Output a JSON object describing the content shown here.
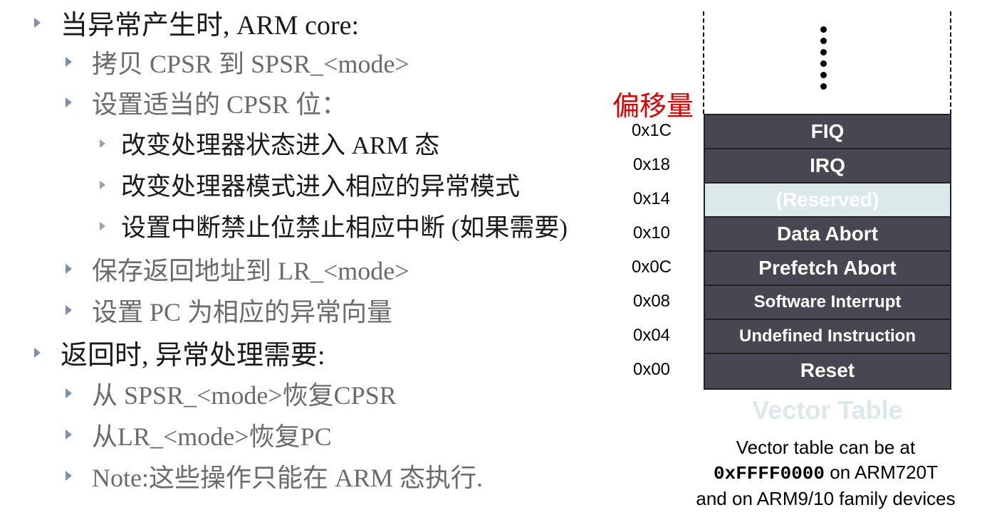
{
  "bullets": [
    {
      "level": 1,
      "text": "当异常产生时, ARM core:"
    },
    {
      "level": 2,
      "text": "拷贝 CPSR 到 SPSR_<mode>"
    },
    {
      "level": 2,
      "text": "设置适当的 CPSR 位："
    },
    {
      "level": 3,
      "text": "改变处理器状态进入 ARM 态"
    },
    {
      "level": 3,
      "text": "改变处理器模式进入相应的异常模式"
    },
    {
      "level": 3,
      "text": "设置中断禁止位禁止相应中断 (如果需要)"
    },
    {
      "level": 2,
      "text": "保存返回地址到 LR_<mode>"
    },
    {
      "level": 2,
      "text": "设置 PC 为相应的异常向量"
    },
    {
      "level": 1,
      "text": "返回时, 异常处理需要:"
    },
    {
      "level": 2,
      "text": "从 SPSR_<mode>恢复CPSR"
    },
    {
      "level": 2,
      "text": "从LR_<mode>恢复PC"
    },
    {
      "level": 2,
      "text": "Note:这些操作只能在 ARM 态执行."
    }
  ],
  "vector_table": {
    "offset_title": "偏移量",
    "rows": [
      {
        "offset": "0x1C",
        "label": "FIQ"
      },
      {
        "offset": "0x18",
        "label": "IRQ"
      },
      {
        "offset": "0x14",
        "label": "(Reserved)"
      },
      {
        "offset": "0x10",
        "label": "Data Abort"
      },
      {
        "offset": "0x0C",
        "label": "Prefetch Abort"
      },
      {
        "offset": "0x08",
        "label": "Software Interrupt"
      },
      {
        "offset": "0x04",
        "label": "Undefined Instruction"
      },
      {
        "offset": "0x00",
        "label": "Reset"
      }
    ],
    "caption": "Vector Table",
    "note": {
      "line1": "Vector table can be at",
      "address": "0xFFFF0000",
      "line2_suffix": " on ARM720T",
      "line3": "and on ARM9/10 family devices"
    },
    "colors": {
      "row_bg": "#474651",
      "reserved_bg": "#dce9ea",
      "offset_title": "#e00000"
    }
  }
}
